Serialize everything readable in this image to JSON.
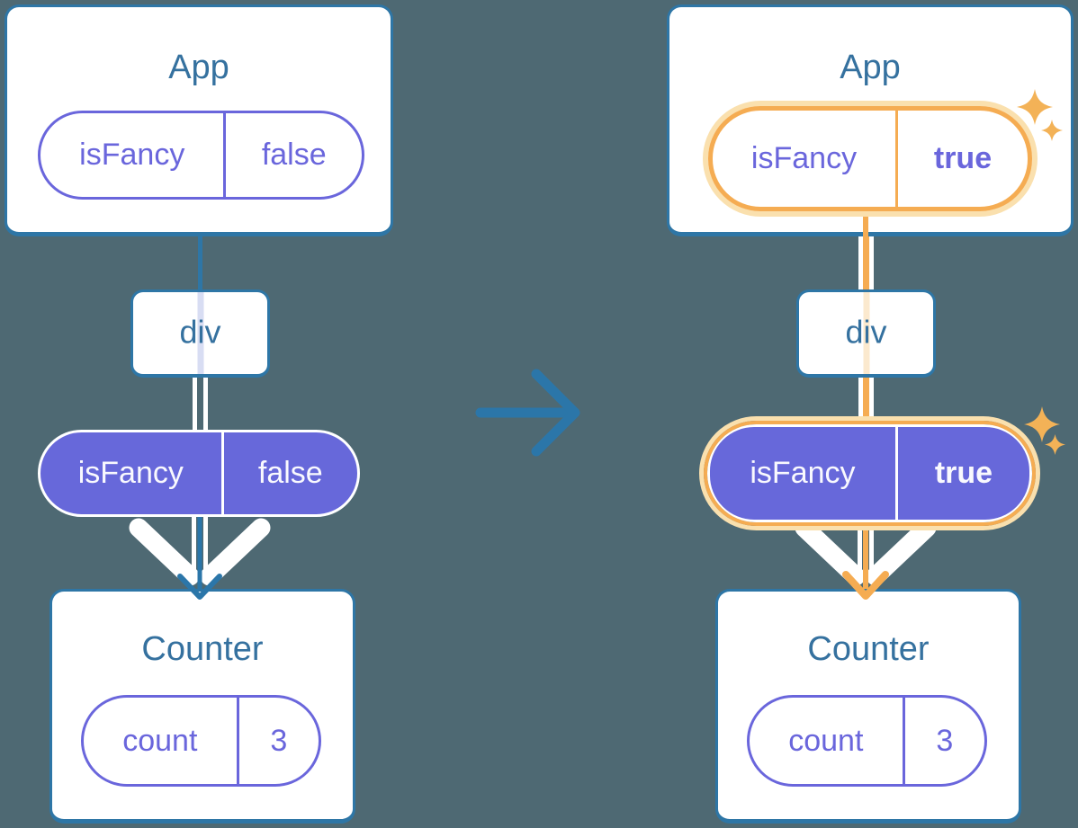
{
  "colors": {
    "background": "#4E6973",
    "card_border": "#2E76A6",
    "title_text": "#35719F",
    "purple": "#6A66DC",
    "purple_fill": "#6768DA",
    "orange": "#F5AC52",
    "orange_glow": "#FAE0AE",
    "arrow_blue": "#2B76A9",
    "pale_purple": "#D8DDF3",
    "pale_orange": "#FBE9CE",
    "sparkle": "#F3B257"
  },
  "icons": {
    "transition": "right-arrow-icon",
    "flow_down": "down-arrow-icon",
    "highlight": "sparkle-icon"
  },
  "before": {
    "app": {
      "title": "App",
      "prop": {
        "name": "isFancy",
        "value": "false"
      }
    },
    "container": {
      "label": "div"
    },
    "passed_prop": {
      "name": "isFancy",
      "value": "false"
    },
    "counter": {
      "title": "Counter",
      "state": {
        "name": "count",
        "value": "3"
      }
    }
  },
  "after": {
    "app": {
      "title": "App",
      "prop": {
        "name": "isFancy",
        "value": "true"
      }
    },
    "container": {
      "label": "div"
    },
    "passed_prop": {
      "name": "isFancy",
      "value": "true"
    },
    "counter": {
      "title": "Counter",
      "state": {
        "name": "count",
        "value": "3"
      }
    }
  }
}
